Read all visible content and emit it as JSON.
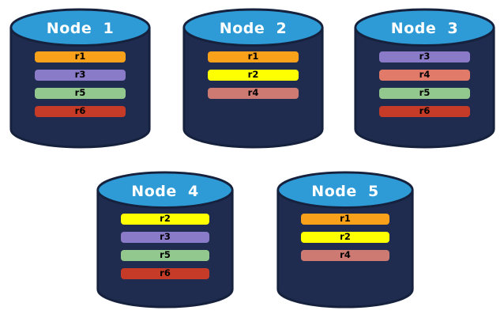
{
  "cylinder": {
    "body_color": "#1F2C4F",
    "top_color": "#2E9BD6",
    "outline_color": "#15213D",
    "title_color": "#FFFFFF",
    "replica_text_color": "#000000"
  },
  "canvas": {
    "background": "#FFFFFF"
  },
  "nodes": [
    {
      "label": "Node  1",
      "replicas": [
        {
          "label": "r1",
          "color": "#F9A11B"
        },
        {
          "label": "r3",
          "color": "#8A7BC8"
        },
        {
          "label": "r5",
          "color": "#92C88E"
        },
        {
          "label": "r6",
          "color": "#C63B28"
        }
      ]
    },
    {
      "label": "Node  2",
      "replicas": [
        {
          "label": "r1",
          "color": "#F9A11B"
        },
        {
          "label": "r2",
          "color": "#FEFF00"
        },
        {
          "label": "r4",
          "color": "#CD7B72"
        }
      ]
    },
    {
      "label": "Node  3",
      "replicas": [
        {
          "label": "r3",
          "color": "#8A7BC8"
        },
        {
          "label": "r4",
          "color": "#E17A69"
        },
        {
          "label": "r5",
          "color": "#92C88E"
        },
        {
          "label": "r6",
          "color": "#C63B28"
        }
      ]
    },
    {
      "label": "Node  4",
      "replicas": [
        {
          "label": "r2",
          "color": "#FEFF00"
        },
        {
          "label": "r3",
          "color": "#8A7BC8"
        },
        {
          "label": "r5",
          "color": "#92C88E"
        },
        {
          "label": "r6",
          "color": "#C63B28"
        }
      ]
    },
    {
      "label": "Node  5",
      "replicas": [
        {
          "label": "r1",
          "color": "#F9A11B"
        },
        {
          "label": "r2",
          "color": "#FEFF00"
        },
        {
          "label": "r4",
          "color": "#CD7B72"
        }
      ]
    }
  ]
}
